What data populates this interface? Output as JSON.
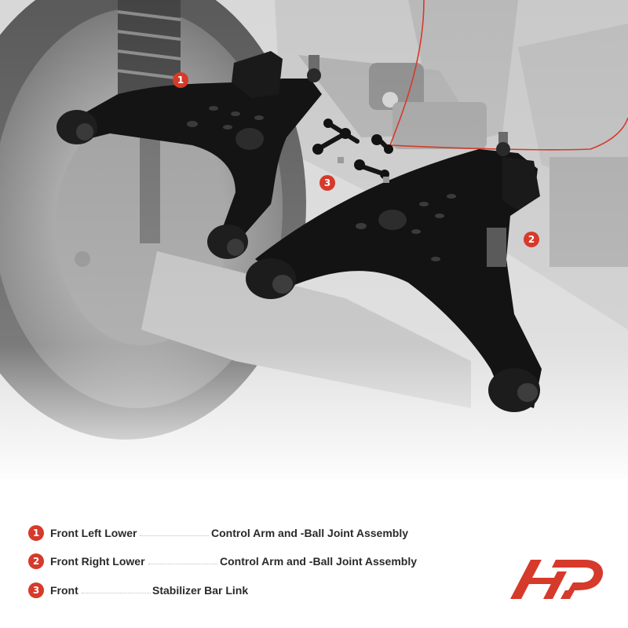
{
  "callouts": [
    {
      "number": "1"
    },
    {
      "number": "2"
    },
    {
      "number": "3"
    }
  ],
  "legend": [
    {
      "number": "1",
      "part": "Front Left Lower",
      "description": "Control Arm and -Ball Joint Assembly"
    },
    {
      "number": "2",
      "part": "Front Right Lower",
      "description": "Control Arm and -Ball Joint Assembly"
    },
    {
      "number": "3",
      "part": "Front",
      "description": "Stabilizer Bar Link"
    }
  ],
  "colors": {
    "accent": "#d63a2a",
    "part": "#121212",
    "background": "#ffffff"
  },
  "logo": {
    "icon": "a-premium-ap-logo-icon"
  }
}
